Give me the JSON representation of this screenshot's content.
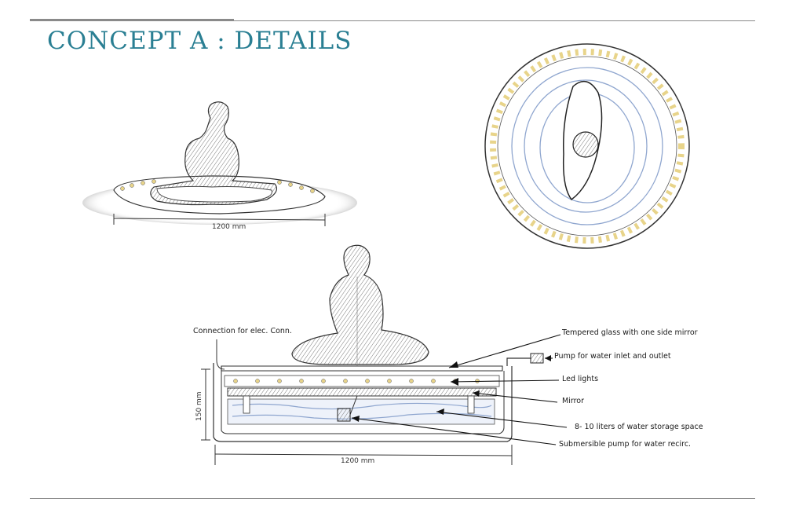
{
  "title": "CONCEPT A : DETAILS",
  "dimensions": {
    "side_width": "1200 mm",
    "section_width": "1200 mm",
    "section_height": "150 mm"
  },
  "labels": {
    "connection": "Connection for elec. Conn.",
    "tempered_glass": "Tempered glass with one side mirror",
    "pump_inlet": "Pump for water inlet and outlet",
    "led": "Led lights",
    "mirror": "Mirror",
    "storage": "8- 10 liters of water storage space",
    "submersible": "Submersible pump for water recirc."
  },
  "colors": {
    "title": "#2a7f93",
    "rule": "#8a8a8a",
    "water": "#8fa6cf",
    "led": "#e8d48a"
  }
}
